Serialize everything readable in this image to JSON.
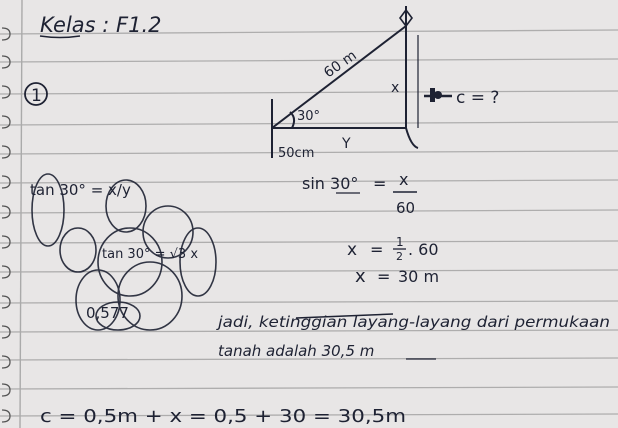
{
  "header": {
    "class_label": "Kelas : F1.2"
  },
  "problem_number": "1",
  "diagram": {
    "hypotenuse_label": "60 m",
    "angle_label": "30°",
    "height_label": "x",
    "base_label": "Y",
    "offset_label": "50cm",
    "unknown_label": "c = ?"
  },
  "steps": [
    {
      "lhs": "sin 30°",
      "eq": "=",
      "num": "x",
      "den": "60"
    },
    {
      "lhs": "x",
      "eq": "=",
      "num": "1",
      "den": "2",
      "rest": ". 60"
    },
    {
      "lhs": "x",
      "eq": "=",
      "rhs": "30 m"
    }
  ],
  "crossed_work": [
    "tan 30° = x/y",
    "tan 30° = √3 x",
    "0,577"
  ],
  "conclusion": {
    "line1": "jadi, ketinggian layang-layang dari permukaan",
    "line2": "tanah adalah 30,5 m"
  },
  "final_line": "c = 0,5m + x = 0,5 + 30 = 30,5m",
  "colors": {
    "ink": "#1e2233",
    "paper": "#e8e6e6",
    "rule": "#9a9a9a"
  }
}
